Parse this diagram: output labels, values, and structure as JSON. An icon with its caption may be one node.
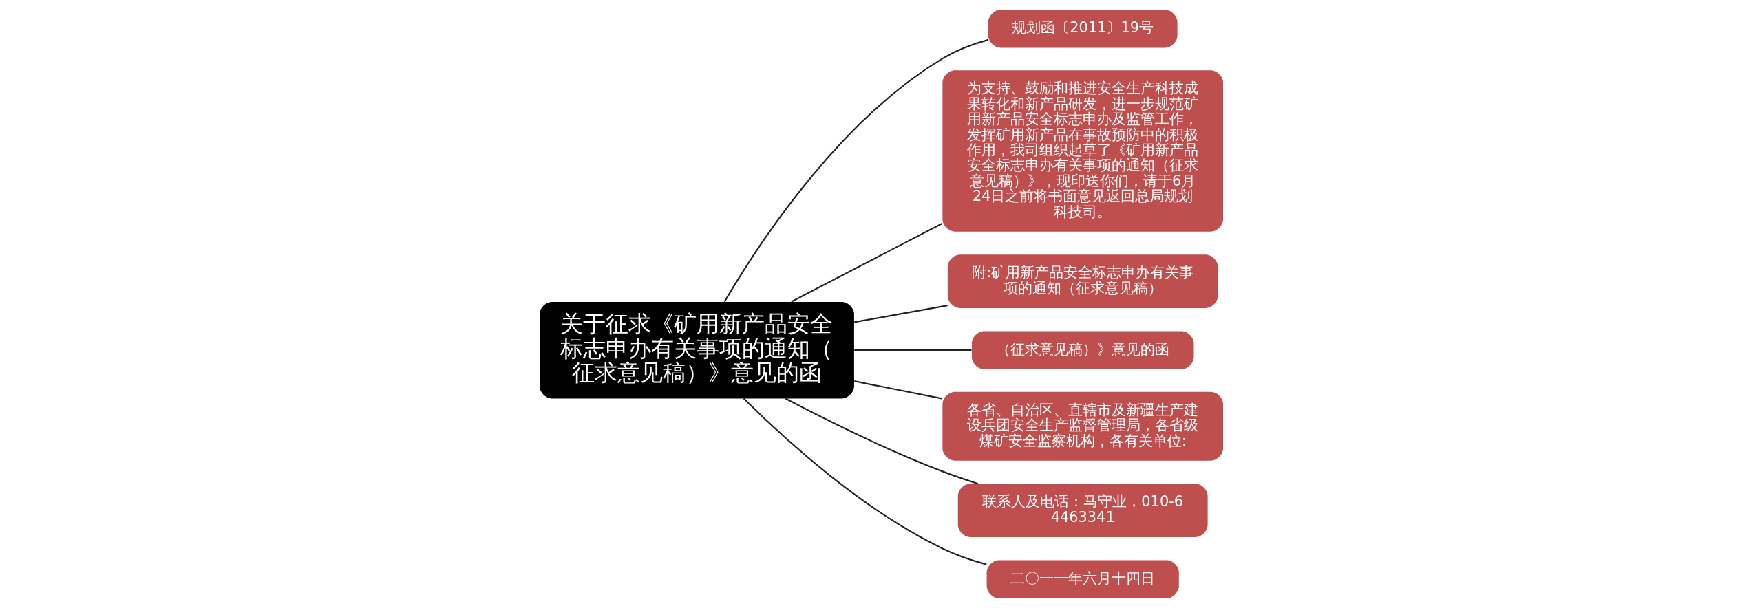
{
  "diagram": {
    "nodes": [
      {
        "text": [
          "关于征求《矿用新产品安全标志申办有关事项的通知（征求意见稿）》意见的函"
        ]
      },
      {
        "text": [
          "规划函〔2011〕19号"
        ]
      },
      {
        "text": [
          "为支持、鼓励和推进安全生产科技成果转化和新产品研发，进一步规范矿用新产品安全标志申办及监管工作，发挥矿用新产品在事故预防中的积极作用，我司组织起草了《矿用新产品安全标志申办有关事项的通知（征求意见稿）》，现印送你们，请于6月24日之前将书面意见返回总局规划科技司。"
        ]
      },
      {
        "text": [
          "附:矿用新产品安全标志申办有关事项的通知（征求意见稿）"
        ]
      },
      {
        "text": [
          "（征求意见稿）》意见的函"
        ]
      },
      {
        "text": [
          "各省、自治区、直辖市及新疆生产建设兵团安全生产监督管理局，各省级煤矿安全监察机构，各有关单位:"
        ]
      },
      {
        "text": [
          "联系人及电话：马守业，010-64463341"
        ]
      },
      {
        "text": [
          "二〇一一年六月十四日"
        ]
      }
    ],
    "edges": [
      {
        "from": 0,
        "to": 1,
        "arrow": "none"
      },
      {
        "from": 0,
        "to": 2,
        "arrow": "none"
      },
      {
        "from": 0,
        "to": 3,
        "arrow": "none"
      },
      {
        "from": 0,
        "to": 4,
        "arrow": "none"
      },
      {
        "from": 0,
        "to": 5,
        "arrow": "none"
      },
      {
        "from": 0,
        "to": 6,
        "arrow": "none"
      },
      {
        "from": 0,
        "to": 7,
        "arrow": "none"
      }
    ]
  }
}
